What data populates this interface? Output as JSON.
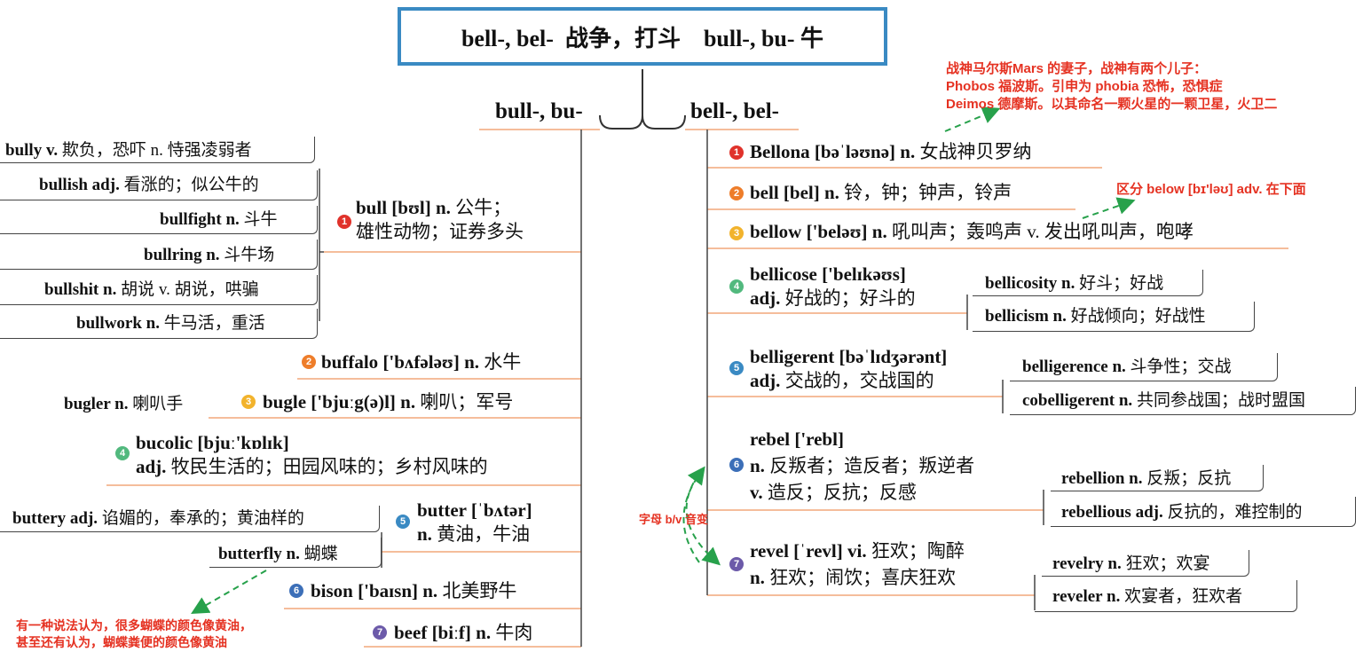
{
  "root": {
    "title": "bell-, bel-  战争，打斗    bull-, bu- 牛"
  },
  "branches": {
    "left": "bull-, bu-",
    "right": "bell-, bel-"
  },
  "colors": {
    "root_border": "#3a8ac3",
    "note_red": "#e53222",
    "underline": "#f2a77a",
    "arrow_green": "#27a14b",
    "badge_1": "#e0322b",
    "badge_2": "#ee7d2a",
    "badge_3": "#f2b32c",
    "badge_4": "#52b97e",
    "badge_5": "#3a8ac3",
    "badge_6": "#3c6fb8",
    "badge_7": "#6c5aa9"
  },
  "left": {
    "bull": {
      "num": "1",
      "word": "bull [bʊl] n.",
      "meaning1": "公牛；",
      "meaning2": "雄性动物；证券多头",
      "derivatives": [
        {
          "word": "bully v.",
          "meaning": "欺负，恐吓 n. 恃强凌弱者"
        },
        {
          "word": "bullish adj.",
          "meaning": "看涨的；似公牛的"
        },
        {
          "word": "bullfight n.",
          "meaning": "斗牛"
        },
        {
          "word": "bullring n.",
          "meaning": "斗牛场"
        },
        {
          "word": "bullshit n.",
          "meaning": "胡说 v. 胡说，哄骗"
        },
        {
          "word": "bullwork n.",
          "meaning": "牛马活，重活"
        }
      ]
    },
    "buffalo": {
      "num": "2",
      "word": "buffalo ['bʌfələʊ] n.",
      "meaning": "水牛"
    },
    "bugle": {
      "num": "3",
      "word": "bugle ['bjuːg(ə)l] n.",
      "meaning": "喇叭；军号",
      "derivatives": [
        {
          "word": "bugler n.",
          "meaning": "喇叭手"
        }
      ]
    },
    "bucolic": {
      "num": "4",
      "word": "bucolic [bjuː'kɒlɪk]",
      "pos": "adj.",
      "meaning": "牧民生活的；田园风味的；乡村风味的"
    },
    "butter": {
      "num": "5",
      "word": "butter [ˈbʌtər]",
      "pos": "n.",
      "meaning": "黄油，牛油",
      "derivatives": [
        {
          "word": "buttery adj.",
          "meaning": "谄媚的，奉承的；黄油样的"
        },
        {
          "word": "butterfly n.",
          "meaning": "蝴蝶"
        }
      ]
    },
    "bison": {
      "num": "6",
      "word": "bison ['baɪsn] n.",
      "meaning": "北美野牛"
    },
    "beef": {
      "num": "7",
      "word": "beef [biːf] n.",
      "meaning": "牛肉"
    },
    "note_butterfly": {
      "line1": "有一种说法认为，很多蝴蝶的颜色像黄油，",
      "line2": "甚至还有认为，蝴蝶粪便的颜色像黄油"
    }
  },
  "right": {
    "bellona": {
      "num": "1",
      "word": "Bellona [bəˈləʊnə] n.",
      "meaning": "女战神贝罗纳"
    },
    "bell": {
      "num": "2",
      "word": "bell [bel] n.",
      "meaning": "铃，钟；钟声，铃声"
    },
    "bellow": {
      "num": "3",
      "word": "bellow ['beləʊ] n.",
      "meaning": "吼叫声；轰鸣声 v. 发出吼叫声，咆哮"
    },
    "bellicose": {
      "num": "4",
      "word": "bellicose ['belɪkəʊs]",
      "pos": "adj.",
      "meaning": "好战的；好斗的",
      "derivatives": [
        {
          "word": "bellicosity n.",
          "meaning": "好斗；好战"
        },
        {
          "word": "bellicism n.",
          "meaning": "好战倾向；好战性"
        }
      ]
    },
    "belligerent": {
      "num": "5",
      "word": "belligerent [bəˈlɪdʒərənt]",
      "pos": "adj.",
      "meaning": "交战的，交战国的",
      "derivatives": [
        {
          "word": "belligerence n.",
          "meaning": "斗争性；交战"
        },
        {
          "word": "cobelligerent n.",
          "meaning": "共同参战国；战时盟国"
        }
      ]
    },
    "rebel": {
      "num": "6",
      "word": "rebel ['rebl]",
      "line2_pos": "n.",
      "line2": "反叛者；造反者；叛逆者",
      "line3_pos": "v.",
      "line3": "造反；反抗；反感",
      "derivatives": [
        {
          "word": "rebellion n.",
          "meaning": "反叛；反抗"
        },
        {
          "word": "rebellious adj.",
          "meaning": "反抗的，难控制的"
        }
      ]
    },
    "revel": {
      "num": "7",
      "word": "revel [ˈrevl] vi.",
      "meaning1": "狂欢；陶醉",
      "line2_pos": "n.",
      "line2": "狂欢；闹饮；喜庆狂欢",
      "derivatives": [
        {
          "word": "revelry n.",
          "meaning": "狂欢；欢宴"
        },
        {
          "word": "reveler n.",
          "meaning": "欢宴者，狂欢者"
        }
      ]
    },
    "note_mars": {
      "line1": "战神马尔斯Mars 的妻子，战神有两个儿子：",
      "line2": "Phobos 福波斯。引申为 phobia 恐怖，恐惧症",
      "line3": "Deimos 德摩斯。以其命名一颗火星的一颗卫星，火卫二"
    },
    "note_below": "区分 below [bɪ'ləʊ] adv. 在下面",
    "note_bv": "字母 b/v 音变"
  }
}
